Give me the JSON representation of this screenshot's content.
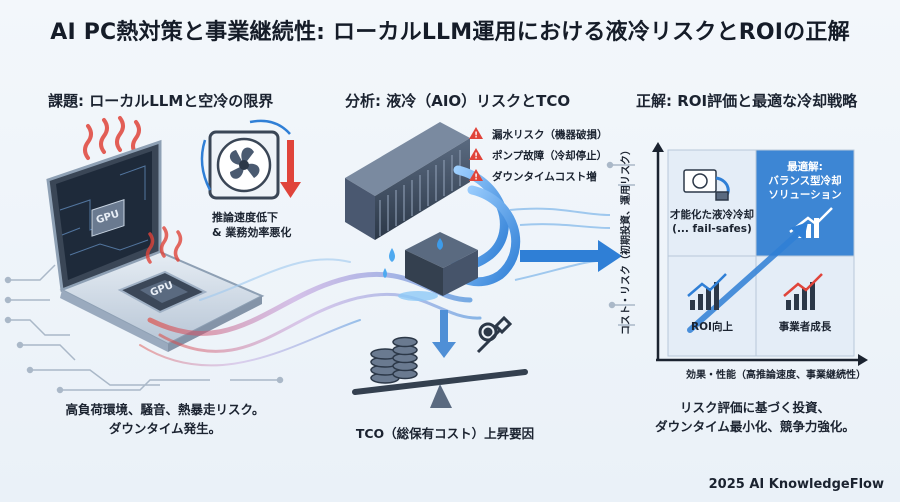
{
  "title": "AI PC熱対策と事業継続性: ローカルLLM運用における液冷リスクとROIの正解",
  "sections": {
    "problem": {
      "heading": "課題: ローカルLLMと空冷の限界",
      "gpu_label_screen": "GPU",
      "gpu_label_chip": "GPU",
      "fan_note_line1": "推論速度低下",
      "fan_note_line2": "& 業務効率悪化",
      "caption_line1": "高負荷環境、騒音、熱暴走リスク。",
      "caption_line2": "ダウンタイム発生。"
    },
    "analysis": {
      "heading": "分析: 液冷（AIO）リスクとTCO",
      "risks": [
        "漏水リスク（機器破損）",
        "ポンプ故障（冷却停止）",
        "ダウンタイムコスト増"
      ],
      "caption": "TCO（総保有コスト）上昇要因"
    },
    "solution": {
      "heading": "正解: ROI評価と最適な冷却戦略",
      "matrix": {
        "top_left_line1": "才能化た液冷冷却",
        "top_left_line2": "(... fail-safes)",
        "top_right_line1": "最適解:",
        "top_right_line2": "バランス型冷却",
        "top_right_line3": "ソリューション",
        "bottom_left": "ROI向上",
        "bottom_right": "事業者成長"
      },
      "y_axis": "コスト・リスク（初期投資、運用リスク）",
      "x_axis": "効果・性能（高推論速度、事業継続性）",
      "caption_line1": "リスク評価に基づく投資、",
      "caption_line2": "ダウンタイム最小化、競争力強化。"
    }
  },
  "footer": "2025 AI KnowledgeFlow",
  "colors": {
    "accent_blue": "#2f7fd6",
    "heat_red": "#e0443a",
    "highlight_cell": "#3d86d4"
  }
}
